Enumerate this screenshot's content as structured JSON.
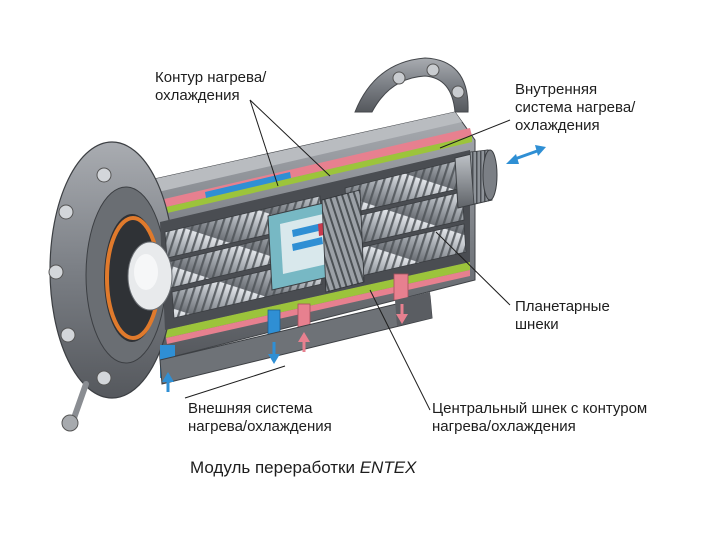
{
  "labels": {
    "heating_cooling_circuit": {
      "line1": "Контур нагрева/",
      "line2": "охлаждения"
    },
    "inner_system": {
      "line1": "Внутренняя",
      "line2": "система нагрева/",
      "line3": "охлаждения"
    },
    "planetary_screws": {
      "line1": "Планетарные",
      "line2": "шнеки"
    },
    "outer_system": {
      "line1": "Внешняя система",
      "line2": "нагрева/охлаждения"
    },
    "central_screw": {
      "line1": "Центральный шнек с контуром",
      "line2": "нагрева/охлаждения"
    }
  },
  "caption": {
    "text": "Модуль переработки",
    "brand": "ENTEX"
  },
  "colors": {
    "housing": "#8a8d92",
    "housing_dark": "#5e6166",
    "screw": "#b8bcc2",
    "heating_red": "#e7808f",
    "cooling_blue": "#2f8fd4",
    "insulation_green": "#9cc43b",
    "seal_orange": "#e07a2c"
  }
}
